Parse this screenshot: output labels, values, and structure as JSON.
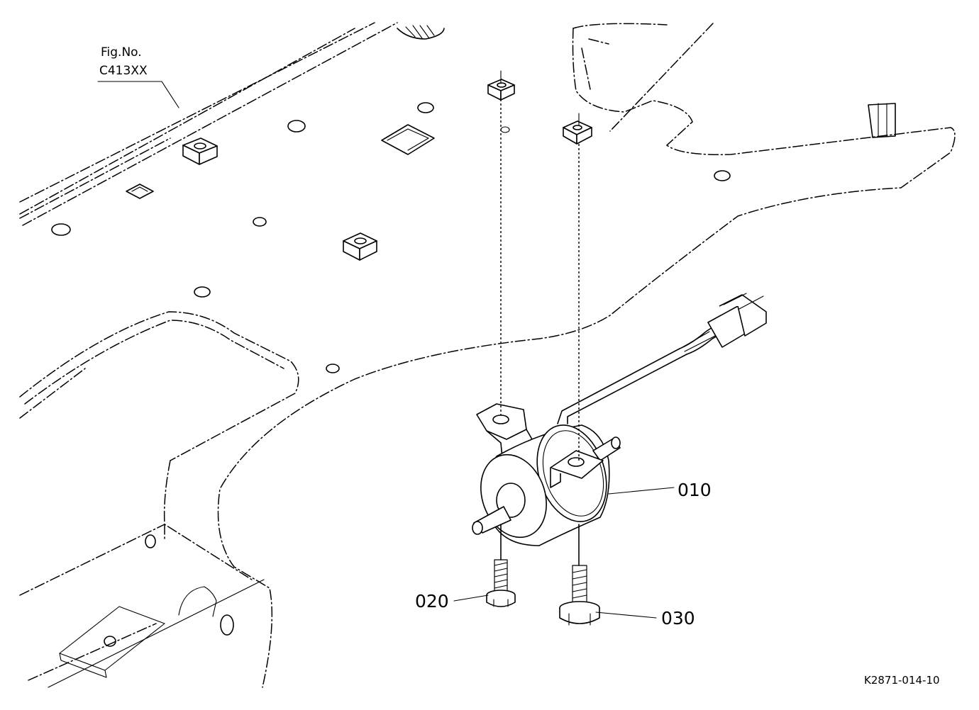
{
  "figure_reference": {
    "line1": "Fig.No.",
    "line2": "C413XX"
  },
  "callouts": [
    {
      "id": "010",
      "label": "010"
    },
    {
      "id": "020",
      "label": "020"
    },
    {
      "id": "030",
      "label": "030"
    }
  ],
  "drawing_code": "K2871-014-10"
}
